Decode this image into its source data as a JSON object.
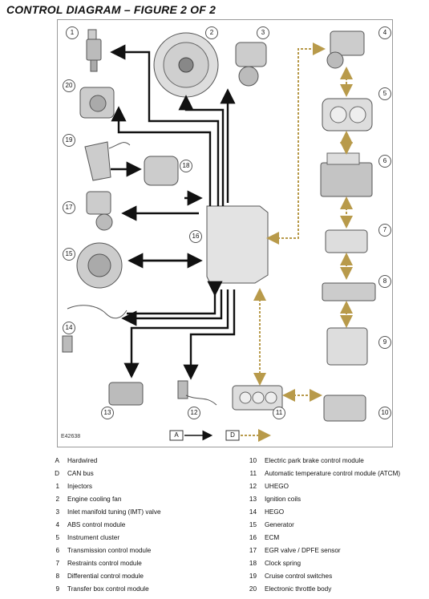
{
  "title": "CONTROL DIAGRAM – FIGURE 2 OF 2",
  "figure_ref": "E42638",
  "key_a": "A",
  "key_d": "D",
  "components": [
    {
      "n": "1",
      "name": "Injectors"
    },
    {
      "n": "2",
      "name": "Engine cooling fan"
    },
    {
      "n": "3",
      "name": "Inlet manifold tuning (IMT) valve"
    },
    {
      "n": "4",
      "name": "ABS control module"
    },
    {
      "n": "5",
      "name": "Instrument cluster"
    },
    {
      "n": "6",
      "name": "Transmission control module"
    },
    {
      "n": "7",
      "name": "Restraints control module"
    },
    {
      "n": "8",
      "name": "Differential control module"
    },
    {
      "n": "9",
      "name": "Transfer box control module"
    },
    {
      "n": "10",
      "name": "Electric park brake control module"
    },
    {
      "n": "11",
      "name": "Automatic temperature control module (ATCM)"
    },
    {
      "n": "12",
      "name": "UHEGO"
    },
    {
      "n": "13",
      "name": "Ignition coils"
    },
    {
      "n": "14",
      "name": "HEGO"
    },
    {
      "n": "15",
      "name": "Generator"
    },
    {
      "n": "16",
      "name": "ECM"
    },
    {
      "n": "17",
      "name": "EGR valve / DPFE sensor"
    },
    {
      "n": "18",
      "name": "Clock spring"
    },
    {
      "n": "19",
      "name": "Cruise control switches"
    },
    {
      "n": "20",
      "name": "Electronic throttle body"
    }
  ],
  "legend": {
    "left": [
      {
        "key": "A",
        "label": "Hardwired"
      },
      {
        "key": "D",
        "label": "CAN bus"
      },
      {
        "key": "1",
        "label": "Injectors"
      },
      {
        "key": "2",
        "label": "Engine cooling fan"
      },
      {
        "key": "3",
        "label": "Inlet manifold tuning (IMT) valve"
      },
      {
        "key": "4",
        "label": "ABS control module"
      },
      {
        "key": "5",
        "label": "Instrument cluster"
      },
      {
        "key": "6",
        "label": "Transmission control module"
      },
      {
        "key": "7",
        "label": "Restraints control module"
      },
      {
        "key": "8",
        "label": "Differential control module"
      },
      {
        "key": "9",
        "label": "Transfer box control module"
      }
    ],
    "right": [
      {
        "key": "10",
        "label": "Electric park brake control module"
      },
      {
        "key": "11",
        "label": "Automatic temperature control module (ATCM)"
      },
      {
        "key": "12",
        "label": "UHEGO"
      },
      {
        "key": "13",
        "label": "Ignition coils"
      },
      {
        "key": "14",
        "label": "HEGO"
      },
      {
        "key": "15",
        "label": "Generator"
      },
      {
        "key": "16",
        "label": "ECM"
      },
      {
        "key": "17",
        "label": "EGR valve / DPFE sensor"
      },
      {
        "key": "18",
        "label": "Clock spring"
      },
      {
        "key": "19",
        "label": "Cruise control switches"
      },
      {
        "key": "20",
        "label": "Electronic throttle body"
      }
    ]
  },
  "colors": {
    "hardwired": "#111111",
    "canbus": "#b89a4a",
    "frame": "#9a9a9a",
    "component": "#c8c8c8"
  }
}
